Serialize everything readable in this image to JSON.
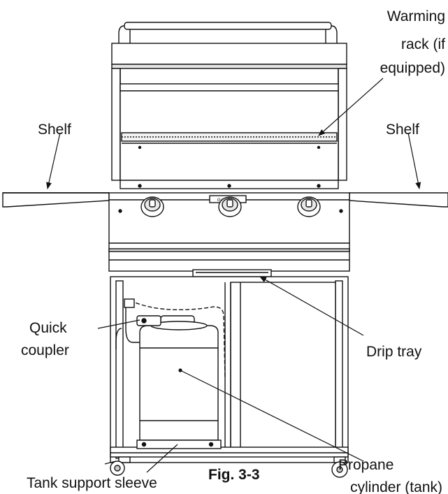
{
  "figure_caption": "Fig. 3-3",
  "labels": {
    "warming_rack": [
      "Warming",
      "rack (if",
      "equipped)"
    ],
    "shelf_left": "Shelf",
    "shelf_right": "Shelf",
    "quick_coupler": [
      "Quick",
      "coupler"
    ],
    "drip_tray": "Drip tray",
    "tank_support_sleeve": "Tank support sleeve",
    "propane_cylinder": [
      "Propane",
      "cylinder (tank)"
    ]
  },
  "colors": {
    "ink": "#111111",
    "metal": "#ffffff",
    "shade": "#d9d9d9"
  }
}
